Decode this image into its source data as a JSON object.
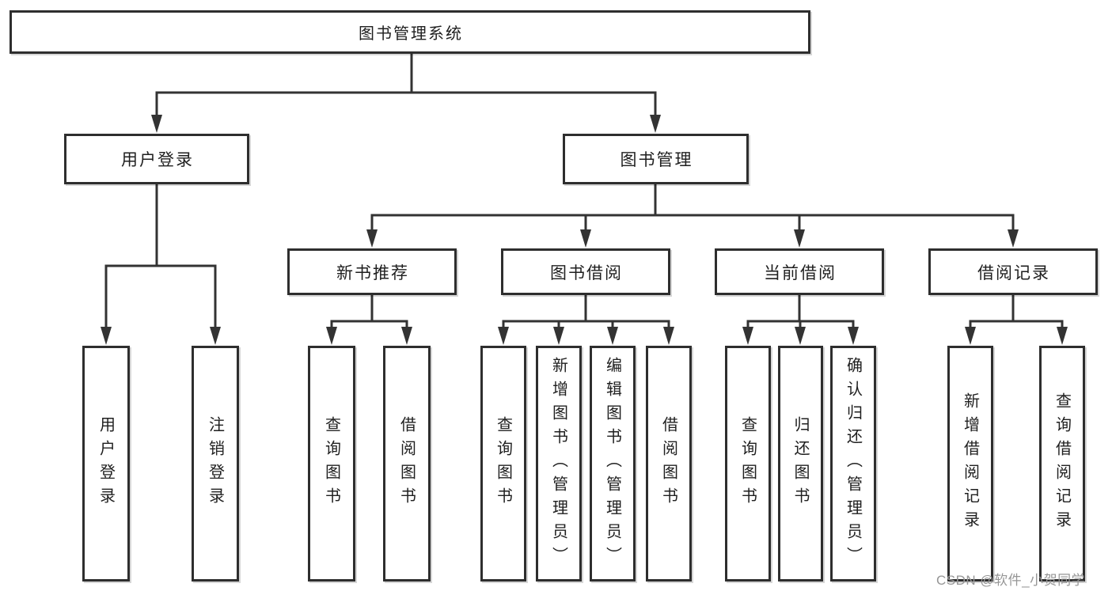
{
  "tree": {
    "root": "图书管理系统",
    "level2": [
      {
        "label": "用户登录"
      },
      {
        "label": "图书管理"
      }
    ],
    "level3": [
      {
        "label": "新书推荐"
      },
      {
        "label": "图书借阅"
      },
      {
        "label": "当前借阅"
      },
      {
        "label": "借阅记录"
      }
    ],
    "leaves": {
      "login": [
        "用户登录",
        "注销登录"
      ],
      "newbooks": [
        "查询图书",
        "借阅图书"
      ],
      "borrow": [
        "查询图书",
        "新增图书（管理员）",
        "编辑图书（管理员）",
        "借阅图书"
      ],
      "current": [
        "查询图书",
        "归还图书",
        "确认归还（管理员）"
      ],
      "records": [
        "新增借阅记录",
        "查询借阅记录"
      ]
    }
  },
  "watermark": "CSDN @软件_小贺同学",
  "colors": {
    "line": "#333333",
    "border": "#2e2e2e",
    "text": "#1f1f1f",
    "watermark": "#969696",
    "background": "#ffffff"
  }
}
